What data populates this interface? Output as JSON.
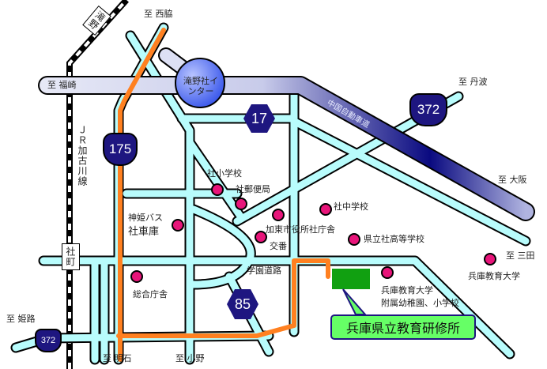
{
  "title": "兵庫県立教育研修所",
  "colors": {
    "road": "#b8fcfc",
    "route": "#ff8020",
    "expressway": "#1e1680",
    "poi": "#e8157a",
    "facility": "#11a011",
    "callout": "#66ff66"
  },
  "directions": {
    "nishiwaki": "至 西脇",
    "fukusaki": "至 福崎",
    "tanba": "至 丹波",
    "osaka": "至 大阪",
    "sanda": "至 三田",
    "himeji": "至 姫路",
    "akashi": "至 明石",
    "ono": "至 小野"
  },
  "stations": {
    "takino": "滝野",
    "yashirocho": "社町"
  },
  "rail": "ＪＲ加古川線",
  "interchange": "滝野社インター",
  "expressway": "中国自動車道",
  "routes": {
    "r175": "175",
    "r372": "372",
    "r372b": "372",
    "r17": "17",
    "r85": "85"
  },
  "road_name": "学園道路",
  "pois": [
    {
      "name": "社小学校"
    },
    {
      "name": "社郵便局"
    },
    {
      "name": "加東市役所社庁舎"
    },
    {
      "name": "交番"
    },
    {
      "name": "社中学校"
    },
    {
      "name": "県立社高等学校"
    },
    {
      "name": "神姫バス"
    },
    {
      "name": "社車庫"
    },
    {
      "name": "総合庁舎"
    },
    {
      "name": "兵庫教育大学"
    },
    {
      "name": "附属幼稚園、小学校"
    },
    {
      "name": "兵庫教育大学"
    }
  ]
}
